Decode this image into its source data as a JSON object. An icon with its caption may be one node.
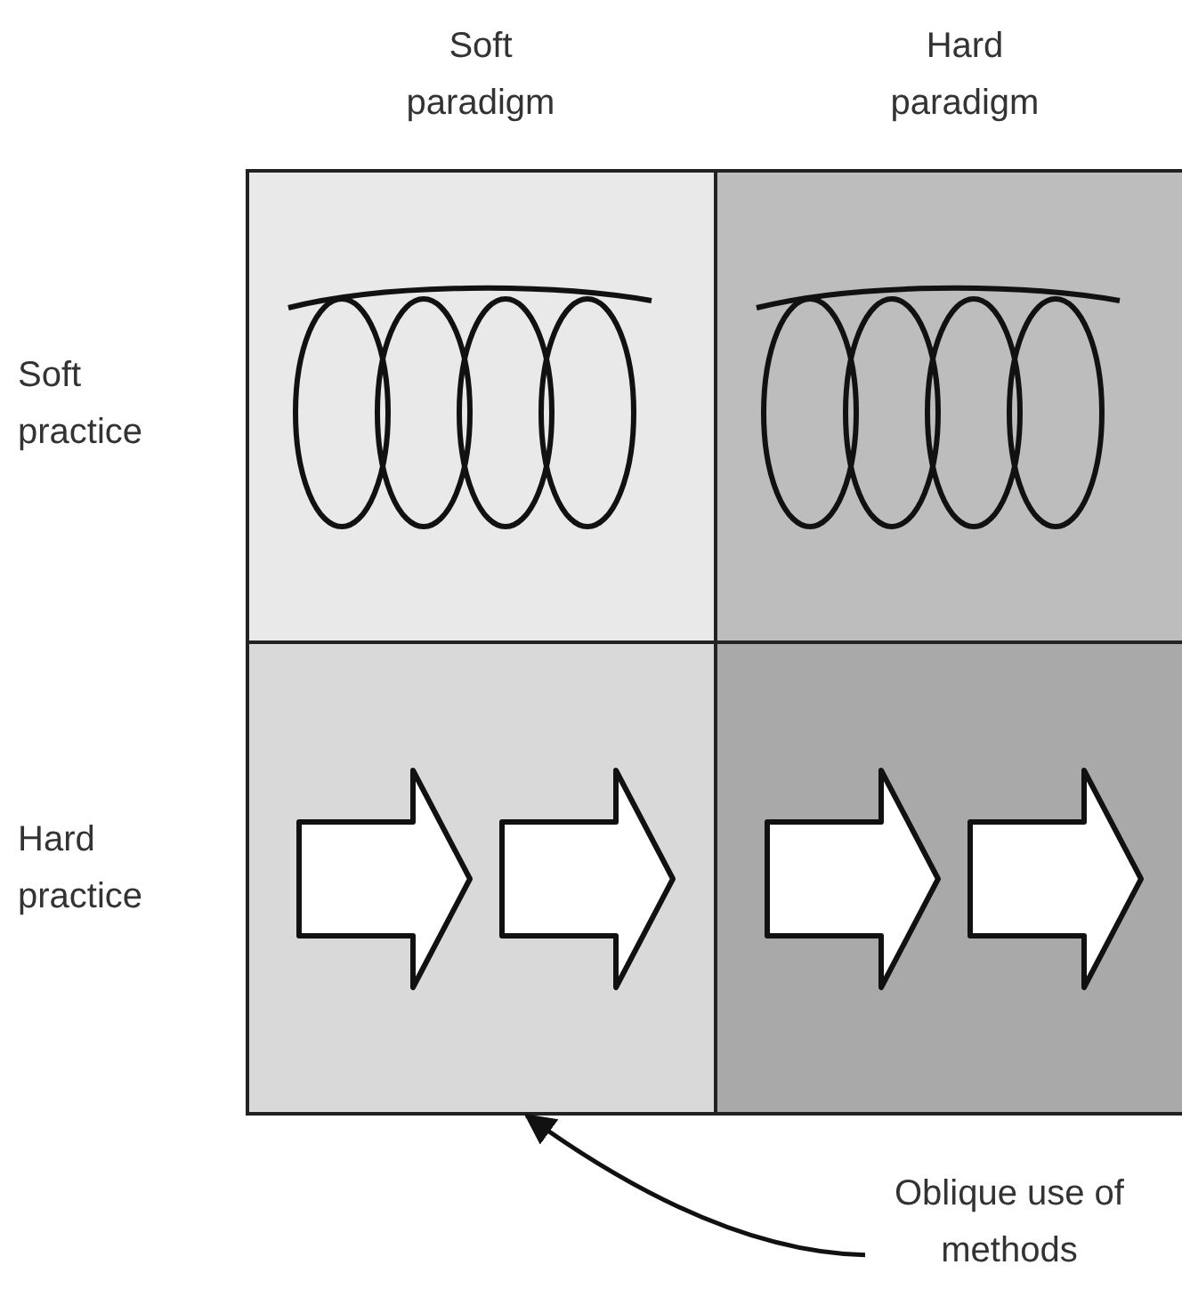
{
  "diagram": {
    "nodes": [
      {
        "text": [],
        "shape": "box"
      },
      {
        "text": [],
        "shape": "box"
      },
      {
        "text": [],
        "shape": "box"
      },
      {
        "text": [],
        "shape": "box"
      },
      {
        "text": [
          "Oblique use of methods"
        ]
      }
    ],
    "edges": [
      {
        "from": 4,
        "to": 2,
        "arrow": "to"
      }
    ],
    "labels": [
      "Soft paradigm",
      "Hard paradigm",
      "Soft practice",
      "Hard practice"
    ]
  }
}
